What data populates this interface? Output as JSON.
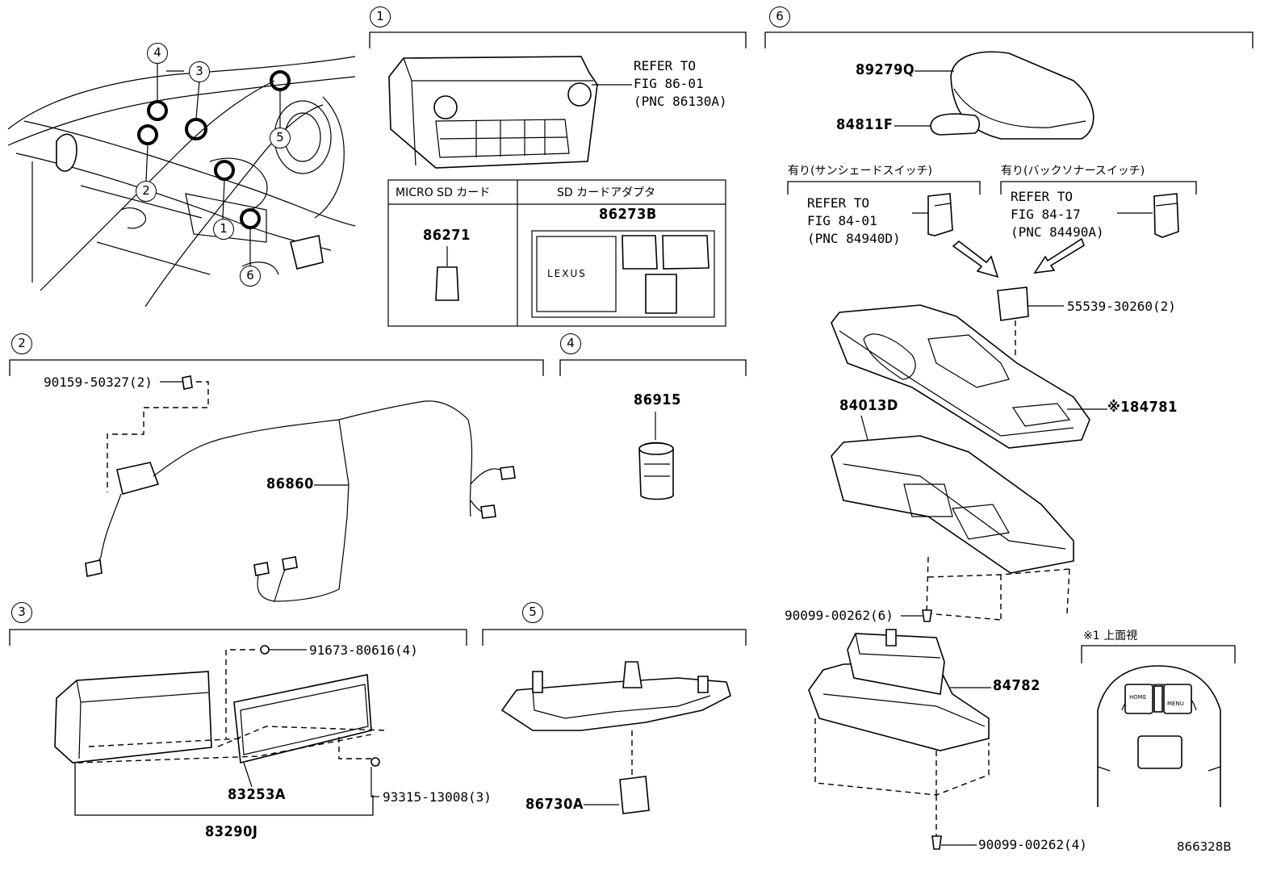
{
  "figure_id": "866328B",
  "section_numbers": [
    "1",
    "2",
    "3",
    "4",
    "5",
    "6"
  ],
  "overview": {
    "callouts": [
      "4",
      "3",
      "5",
      "2",
      "1",
      "6"
    ]
  },
  "section1": {
    "refer": [
      "REFER TO",
      "FIG 86-01",
      "(PNC 86130A)"
    ],
    "table": {
      "col1_header": "MICRO SD カード",
      "col2_header": "SD カードアダプタ",
      "part1": "86271",
      "part2": "86273B",
      "logo": "LEXUS"
    }
  },
  "section2": {
    "bolt": "90159-50327(2)",
    "harness": "86860"
  },
  "section3": {
    "screw_top": "91673-80616(4)",
    "screw_bottom": "93315-13008(3)",
    "panel": "83253A",
    "assembly": "83290J"
  },
  "section4": {
    "part": "86915"
  },
  "section5": {
    "part": "86730A"
  },
  "section6": {
    "armrest": "89279Q",
    "pad": "84811F",
    "left_caption": "有り(サンシェードスイッチ)",
    "right_caption": "有り(バックソナースイッチ)",
    "refer_left": [
      "REFER TO",
      "FIG 84-01",
      "(PNC 84940D)"
    ],
    "refer_right": [
      "REFER TO",
      "FIG 84-17",
      "(PNC 84490A)"
    ],
    "switch": "55539-30260(2)",
    "panel": "※184781",
    "bracket": "84013D",
    "screw1": "90099-00262(6)",
    "controller": "84782",
    "screw2": "90099-00262(4)",
    "top_view_caption": "※1 上面視",
    "top_view_buttons": [
      "HOME",
      "MENU"
    ]
  }
}
